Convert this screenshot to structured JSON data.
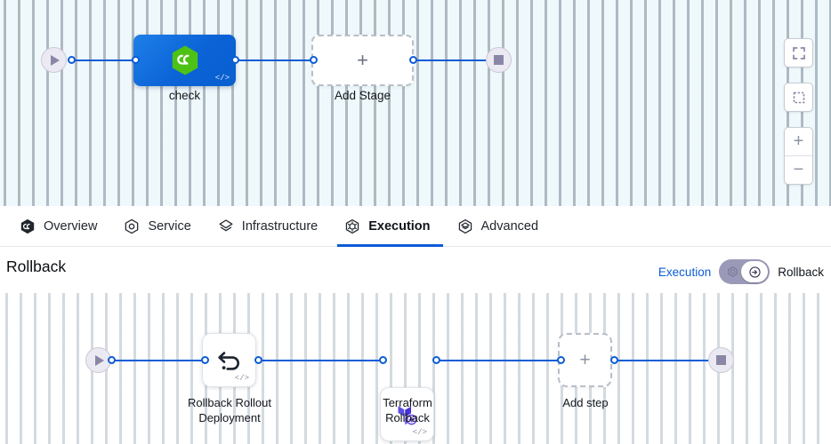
{
  "top_canvas": {
    "start_node": {
      "name": "start-node",
      "icon": "play-icon"
    },
    "end_node": {
      "name": "end-node",
      "icon": "stop-icon"
    },
    "stages": [
      {
        "label": "check",
        "icon": "harness-hexagon-icon",
        "badge": "</>",
        "type": "stage"
      },
      {
        "label": "Add Stage",
        "icon": "plus-icon",
        "type": "add-stage"
      }
    ],
    "controls": [
      {
        "name": "fullscreen-button",
        "icon": "expand-icon"
      },
      {
        "name": "zoom-to-fit-button",
        "icon": "dashed-square-icon"
      },
      {
        "name": "zoom-in-button",
        "icon": "plus-icon",
        "label": "+"
      },
      {
        "name": "zoom-out-button",
        "icon": "minus-icon",
        "label": "−"
      }
    ]
  },
  "tabs": [
    {
      "label": "Overview",
      "icon": "overview-hexagon-icon",
      "active": false
    },
    {
      "label": "Service",
      "icon": "service-hexagon-icon",
      "active": false
    },
    {
      "label": "Infrastructure",
      "icon": "infrastructure-layers-icon",
      "active": false
    },
    {
      "label": "Execution",
      "icon": "execution-gear-icon",
      "active": true
    },
    {
      "label": "Advanced",
      "icon": "advanced-layers-icon",
      "active": false
    }
  ],
  "rollback_section": {
    "title": "Rollback",
    "toggle": {
      "left_label": "Execution",
      "right_label": "Rollback",
      "state": "rollback",
      "left_icon": "execution-gear-icon",
      "right_icon": "rollback-arrow-icon",
      "track_color": "#9a9ab8",
      "active_label_color": "#0b5cd7"
    },
    "steps": [
      {
        "label": "Rollback Rollout\nDeployment",
        "icon": "rollback-undo-icon",
        "badge": "</>",
        "type": "step"
      },
      {
        "label": "Terraform\nRollback",
        "icon": "terraform-rollback-icon",
        "badge": "</>",
        "type": "step"
      },
      {
        "label": "Add step",
        "icon": "plus-icon",
        "type": "add-step"
      }
    ],
    "start_node": {
      "name": "start-node",
      "icon": "play-icon"
    },
    "end_node": {
      "name": "end-node",
      "icon": "stop-icon"
    }
  },
  "colors": {
    "edge": "#0b5cd7",
    "accent": "#0b5cd7",
    "stage_blue": "#0b63d6",
    "harness_green": "#4ec214",
    "terraform_purple": "#5c4ee5",
    "top_canvas_bg": "#eff8fb"
  }
}
